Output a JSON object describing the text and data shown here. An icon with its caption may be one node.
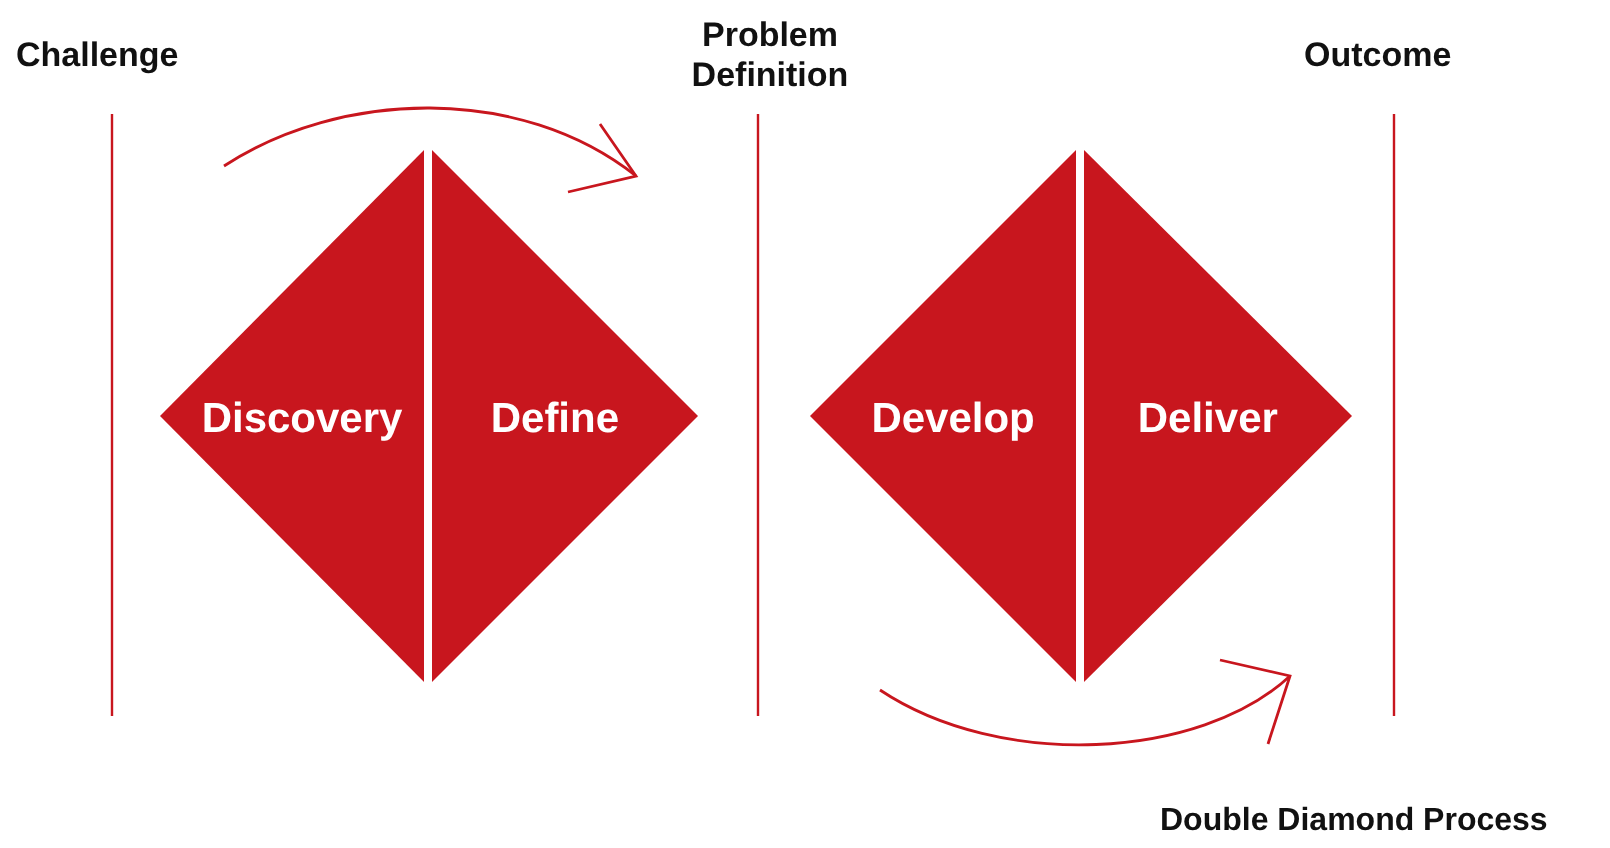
{
  "diagram": {
    "caption": "Double Diamond Process",
    "nodes": [
      {
        "text": [
          "Discovery"
        ]
      },
      {
        "text": [
          "Define"
        ]
      },
      {
        "text": [
          "Develop"
        ]
      },
      {
        "text": [
          "Deliver"
        ]
      }
    ],
    "labels": [
      "Challenge",
      "Problem Definition",
      "Outcome"
    ]
  }
}
